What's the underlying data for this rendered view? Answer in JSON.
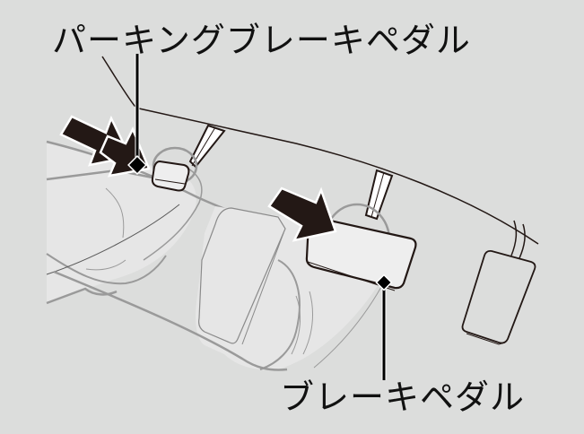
{
  "diagram": {
    "labels": {
      "parking_brake_pedal": "パーキングブレーキペダル",
      "brake_pedal": "ブレーキペダル"
    },
    "colors": {
      "background": "#dcdddc",
      "foot_fill": "#e6e6e6",
      "foot_outline": "#9a9a9a",
      "line": "#231815",
      "arrow": "#231815",
      "pedal_face": "#eeeeee"
    },
    "elements": [
      {
        "name": "parking-brake-pedal",
        "pressed_by": "left-foot",
        "arrows": 2
      },
      {
        "name": "brake-pedal",
        "pressed_by": "right-foot",
        "arrows": 1
      },
      {
        "name": "accelerator-pedal"
      }
    ]
  }
}
